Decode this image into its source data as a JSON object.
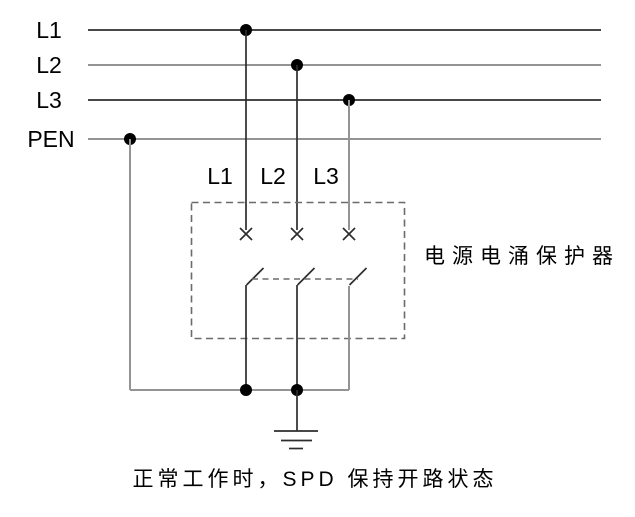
{
  "diagram": {
    "bus_lines": [
      {
        "label": "L1"
      },
      {
        "label": "L2"
      },
      {
        "label": "L3"
      },
      {
        "label": "PEN"
      }
    ],
    "spd": {
      "input_labels": [
        "L1",
        "L2",
        "L3"
      ],
      "device_label": "电源电涌保护器"
    },
    "caption": "正常工作时，SPD 保持开路状态",
    "colors": {
      "line_dark": "#2d2d2d",
      "line_gray": "#949494",
      "dashed_outline": "#6b6b6b",
      "junction_dot": "#000000",
      "text": "#000000",
      "background": "#ffffff"
    }
  }
}
